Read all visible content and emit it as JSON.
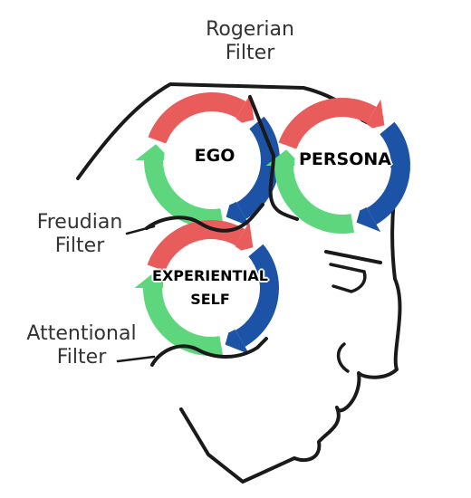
{
  "labels": {
    "rogerian_filter": [
      "Rogerian",
      "Filter"
    ],
    "freudian_filter": [
      "Freudian",
      "Filter"
    ],
    "attentional_filter": [
      "Attentional",
      "Filter"
    ]
  },
  "cycles": {
    "ego": [
      "EGO"
    ],
    "persona": [
      "PERSONA"
    ],
    "experiential_self": [
      "EXPERIENTIAL",
      "SELF"
    ]
  },
  "colors": {
    "red": "#e85c5c",
    "green": "#5ed67e",
    "blue": "#1c53a6",
    "line": "#1a1a1a",
    "text": "#333333"
  }
}
